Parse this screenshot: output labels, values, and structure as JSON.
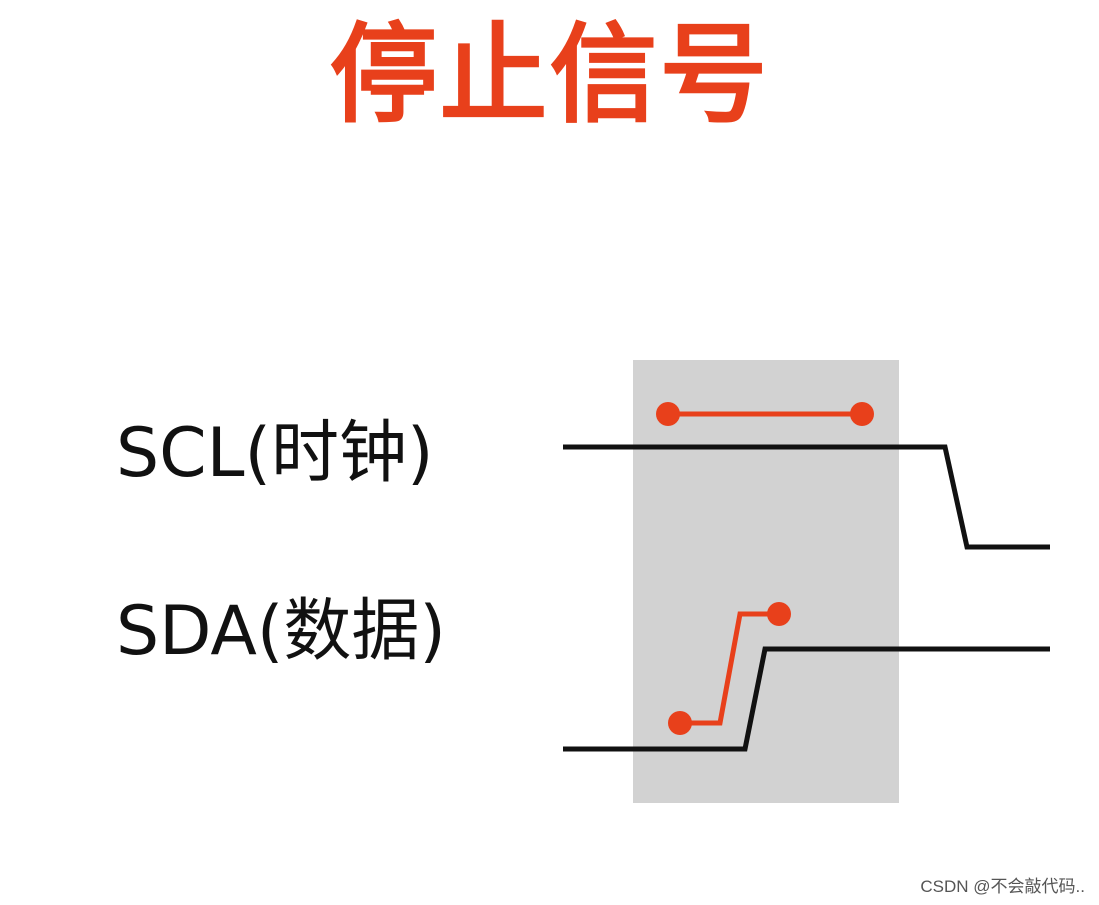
{
  "title": "停止信号",
  "signals": {
    "scl_label": "SCL(时钟)",
    "sda_label": "SDA(数据)"
  },
  "watermark": "CSDN @不会敲代码..",
  "colors": {
    "accent": "#e8401b",
    "line": "#111111",
    "highlight": "#d2d2d2",
    "background": "#ffffff"
  }
}
